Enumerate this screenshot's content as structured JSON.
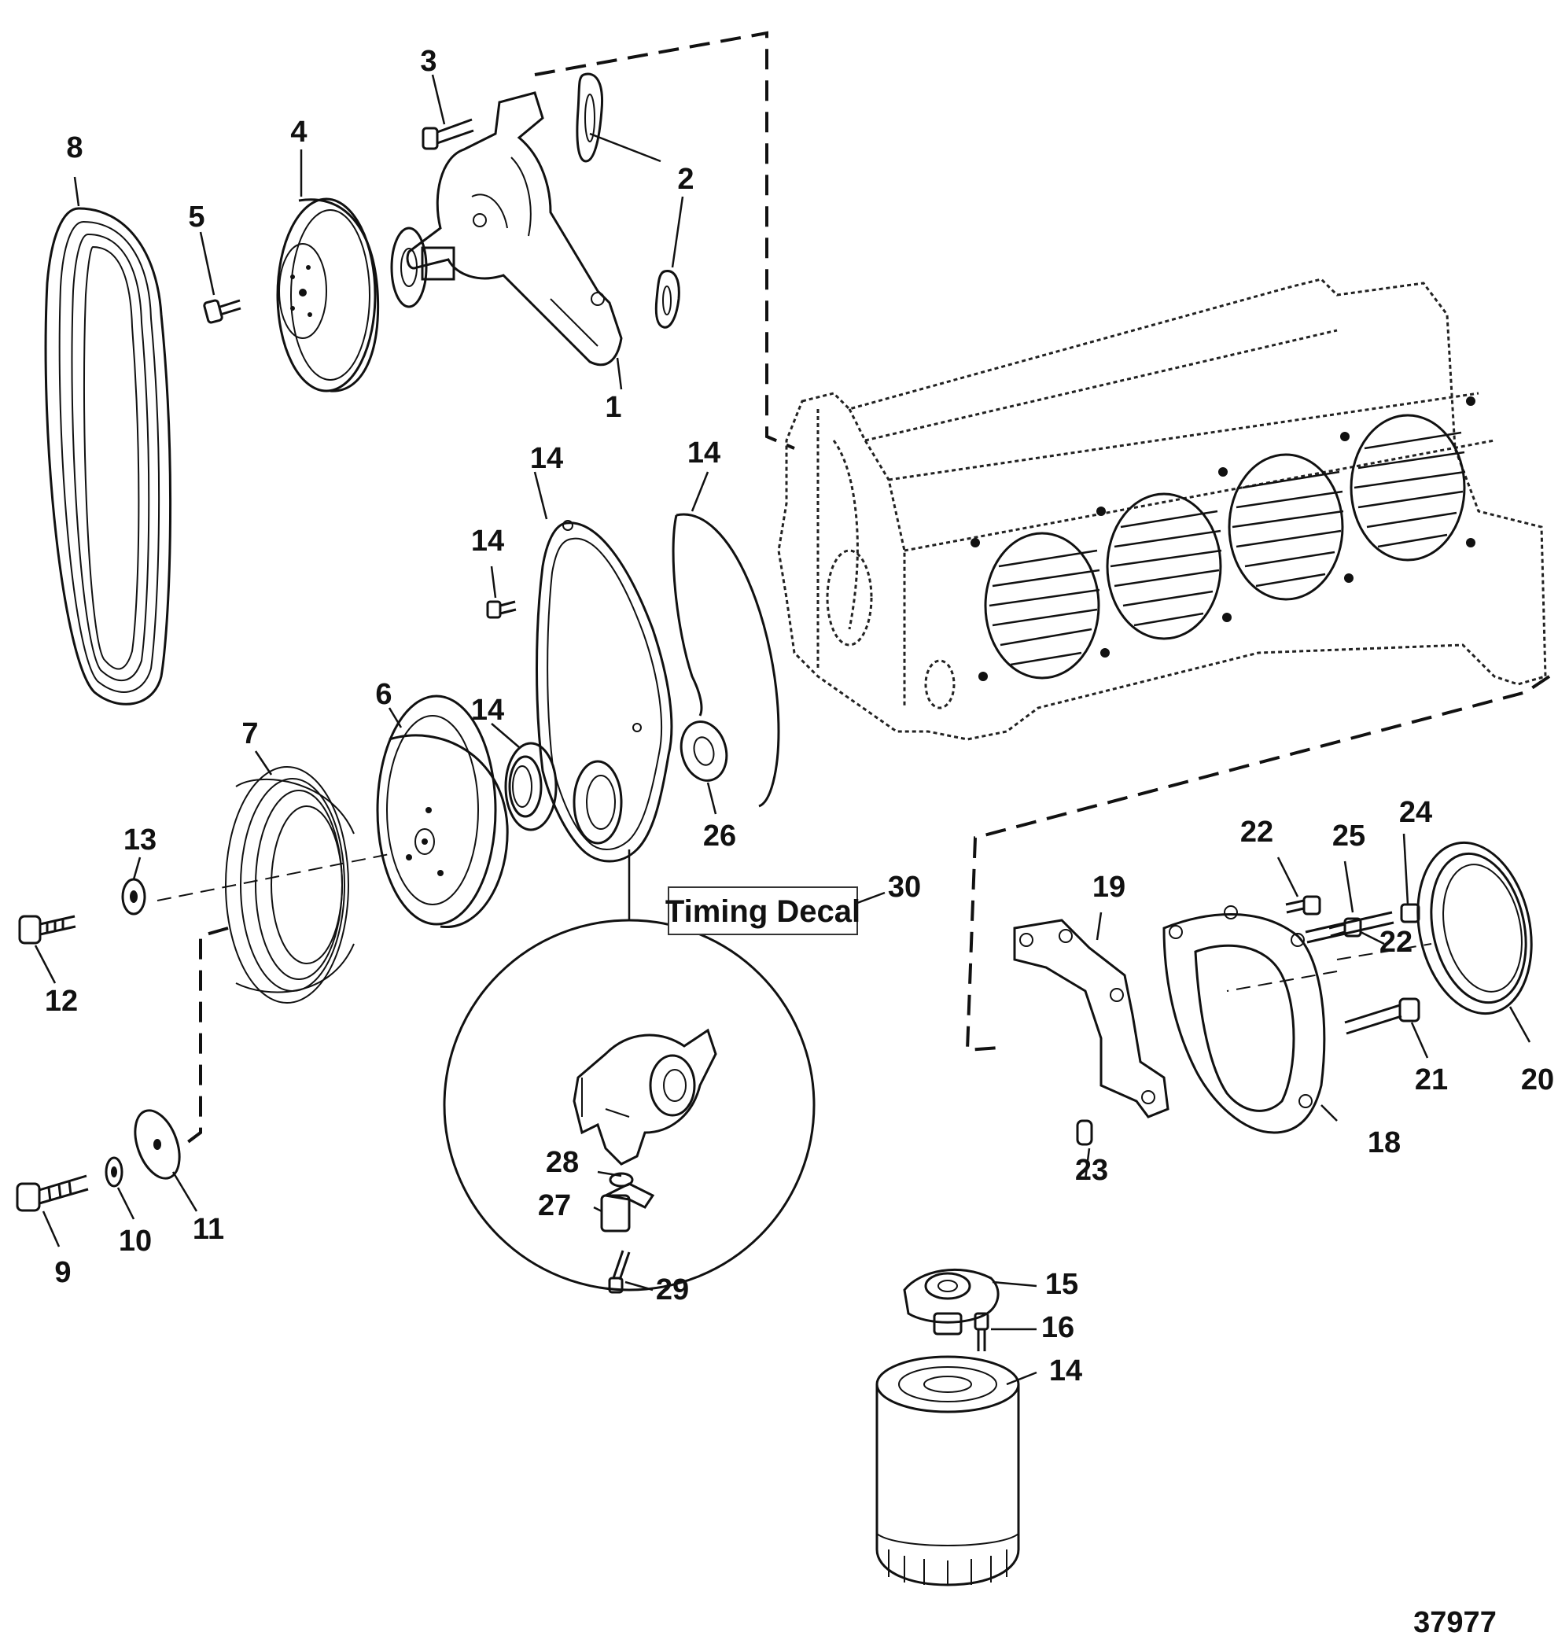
{
  "figure": {
    "decal_label": "Timing Decal",
    "figure_number": "37977"
  },
  "callouts": {
    "c1": "1",
    "c2": "2",
    "c3": "3",
    "c4": "4",
    "c5": "5",
    "c6": "6",
    "c7": "7",
    "c8": "8",
    "c9": "9",
    "c10": "10",
    "c11": "11",
    "c12": "12",
    "c13": "13",
    "c14a": "14",
    "c14b": "14",
    "c14c": "14",
    "c14d": "14",
    "c14e": "14",
    "c15": "15",
    "c16": "16",
    "c18": "18",
    "c19": "19",
    "c20": "20",
    "c21": "21",
    "c22a": "22",
    "c22b": "22",
    "c23": "23",
    "c24": "24",
    "c25": "25",
    "c26": "26",
    "c27": "27",
    "c28": "28",
    "c29": "29",
    "c30": "30"
  }
}
